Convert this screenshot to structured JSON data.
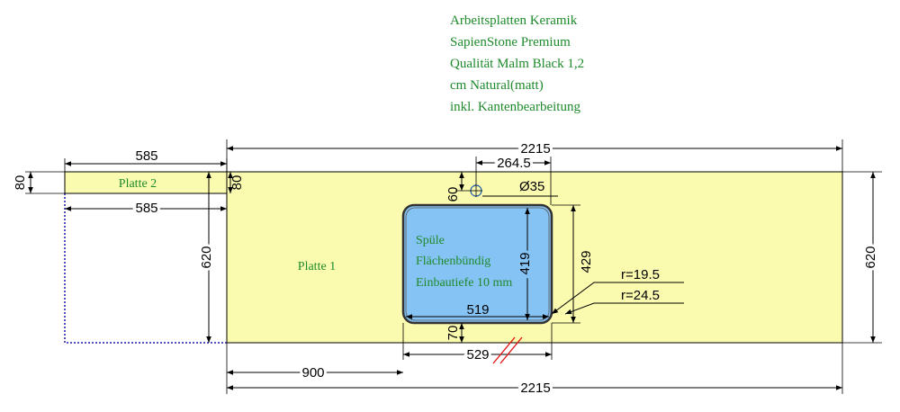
{
  "notes": {
    "line1": "Arbeitsplatten Keramik",
    "line2": "SapienStone Premium",
    "line3": "Qualität Malm Black 1,2",
    "line4": "cm Natural(matt)",
    "line5": "inkl. Kantenbearbeitung"
  },
  "plates": {
    "plate1": "Platte 1",
    "plate2": "Platte 2"
  },
  "sink": {
    "line1": "Spüle",
    "line2": "Flächenbündig",
    "line3": "Einbautiefe 10 mm"
  },
  "dimensions": {
    "top_total": "2215",
    "bottom_total": "2215",
    "plate2_width_top": "585",
    "plate2_width_bottom": "585",
    "plate2_depth_left": "80",
    "plate2_depth_right": "80",
    "left_depth": "620",
    "right_depth": "620",
    "tap_offset": "264.5",
    "tap_diameter": "Ø35",
    "tap_front": "60",
    "sink_inner_width": "519",
    "sink_inner_depth": "419",
    "sink_outer_depth": "429",
    "sink_outer_width": "529",
    "sink_back_gap": "70",
    "sink_left_offset": "900",
    "radius_inner": "r=19.5",
    "radius_outer": "r=24.5"
  },
  "colors": {
    "plate_fill": "#fbfbb0",
    "sink_fill": "#86c3f5",
    "label_green": "#1e8a2c",
    "dashed_blue": "#1a1aa0",
    "cut_mark_red": "#e01010"
  }
}
